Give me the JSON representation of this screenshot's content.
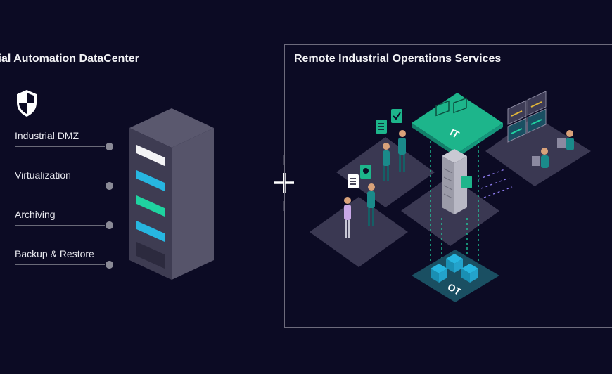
{
  "left": {
    "title": "trial Automation DataCenter",
    "features": [
      {
        "label": "Industrial DMZ"
      },
      {
        "label": "Virtualization"
      },
      {
        "label": "Archiving"
      },
      {
        "label": "Backup & Restore"
      }
    ]
  },
  "right": {
    "title": "Remote Industrial Operations Services",
    "it_label": "IT",
    "ot_label": "OT"
  },
  "colors": {
    "background": "#0c0b24",
    "accent_green": "#1fd3a0",
    "accent_cyan": "#27b6e0",
    "tile": "#3a3852"
  },
  "icons": [
    "shield-icon",
    "server-rack-icon",
    "plus-icon"
  ]
}
